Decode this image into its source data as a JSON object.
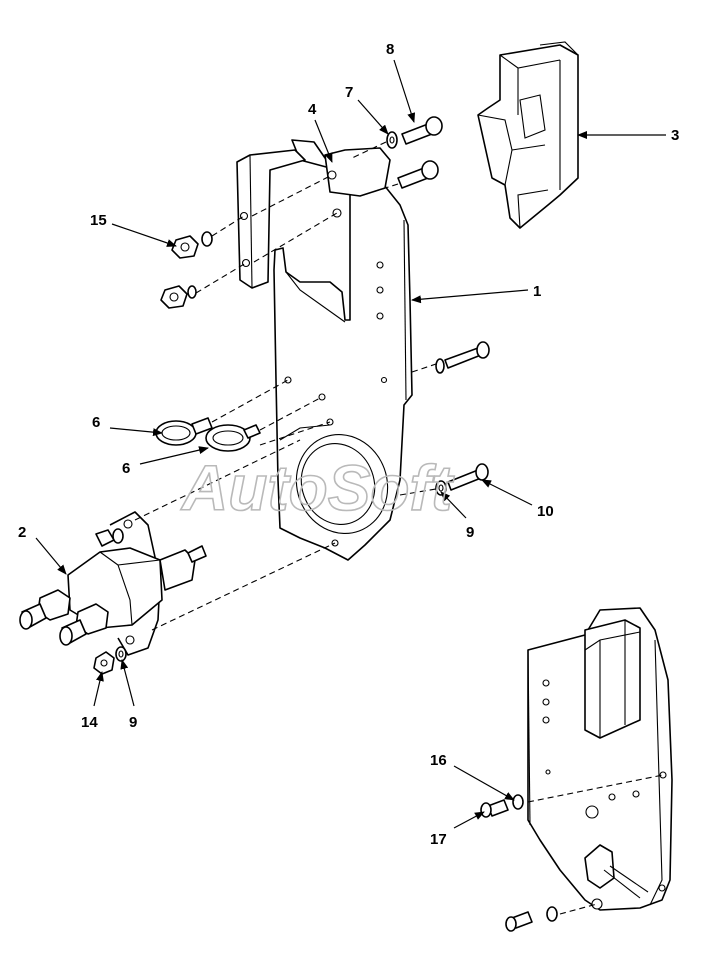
{
  "watermark": "AutoSoft",
  "callouts": {
    "c1": "1",
    "c2": "2",
    "c3": "3",
    "c4": "4",
    "c6a": "6",
    "c6b": "6",
    "c7": "7",
    "c8": "8",
    "c9a": "9",
    "c9b": "9",
    "c10": "10",
    "c14": "14",
    "c15": "15",
    "c16": "16",
    "c17": "17"
  },
  "colors": {
    "line": "#000000",
    "watermark": "#b9b9b9",
    "background": "#ffffff"
  }
}
